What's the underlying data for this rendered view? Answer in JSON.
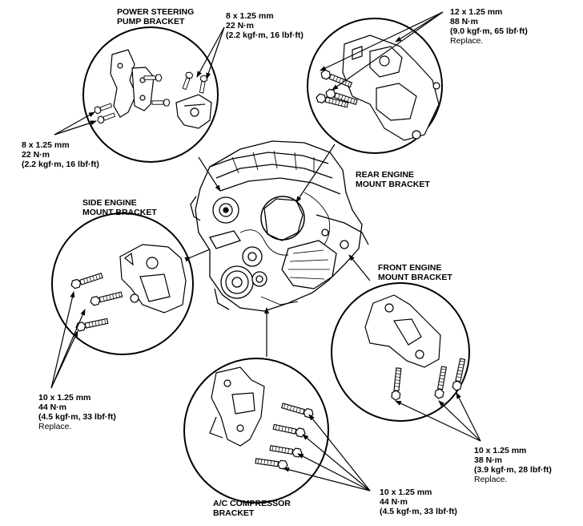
{
  "labels": {
    "ps_bracket": {
      "line1": "POWER STEERING",
      "line2": "PUMP BRACKET"
    },
    "ps_torque_top": {
      "size": "8 x 1.25 mm",
      "nm": "22 N·m",
      "alt": "(2.2 kgf·m, 16 lbf·ft)"
    },
    "ps_torque_left": {
      "size": "8 x 1.25 mm",
      "nm": "22 N·m",
      "alt": "(2.2 kgf·m, 16 lbf·ft)"
    },
    "rear_torque": {
      "size": "12 x 1.25 mm",
      "nm": "88 N·m",
      "alt": "(9.0 kgf·m, 65 lbf·ft)",
      "note": "Replace."
    },
    "rear_bracket": {
      "line1": "REAR ENGINE",
      "line2": "MOUNT BRACKET"
    },
    "side_bracket": {
      "line1": "SIDE ENGINE",
      "line2": "MOUNT BRACKET"
    },
    "front_bracket": {
      "line1": "FRONT ENGINE",
      "line2": "MOUNT BRACKET"
    },
    "side_torque": {
      "size": "10 x 1.25 mm",
      "nm": "44 N·m",
      "alt": "(4.5 kgf·m, 33 lbf·ft)",
      "note": "Replace."
    },
    "front_torque": {
      "size": "10 x 1.25 mm",
      "nm": "38 N·m",
      "alt": "(3.9 kgf·m, 28 lbf·ft)",
      "note": "Replace."
    },
    "ac_bracket": {
      "line1": "A/C COMPRESSOR",
      "line2": "BRACKET"
    },
    "ac_torque": {
      "size": "10 x 1.25 mm",
      "nm": "44 N·m",
      "alt": "(4.5 kgf·m, 33 lbf·ft)"
    }
  }
}
